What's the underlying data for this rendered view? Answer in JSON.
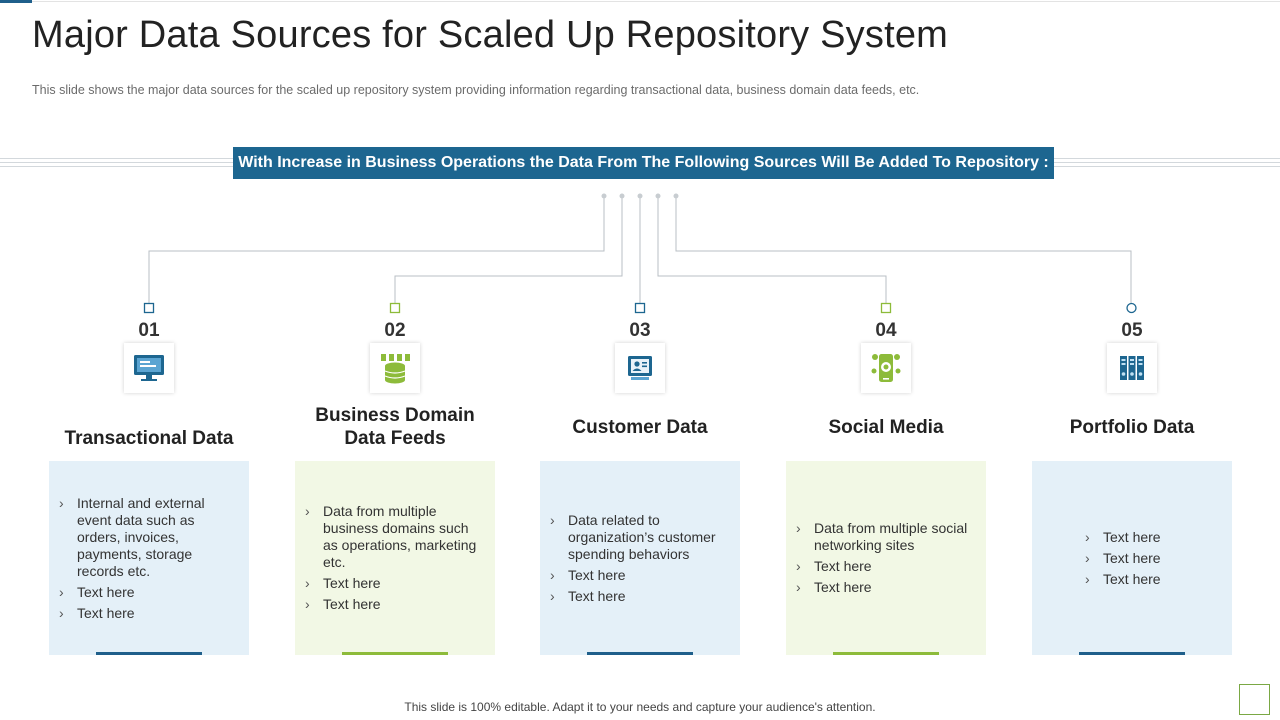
{
  "title": "Major Data Sources for Scaled Up Repository System",
  "subtitle": "This slide shows the major data sources for the scaled up repository system providing information  regarding transactional data, business domain data feeds, etc.",
  "banner": "With Increase in Business Operations the Data From The Following Sources Will Be Added To Repository :",
  "footer": "This slide is 100% editable. Adapt it to your needs and capture your audience's attention.",
  "colors": {
    "blue": "#1d6690",
    "green": "#8dbb3a",
    "blue_card": "#e4f0f8",
    "green_card": "#f2f8e5"
  },
  "sources": [
    {
      "number": "01",
      "title": "Transactional Data",
      "icon": "computer-monitor-icon",
      "theme": "blue",
      "items": [
        "Internal and external event data such as orders, invoices, payments, storage records etc.",
        "Text here",
        "Text here"
      ]
    },
    {
      "number": "02",
      "title": "Business Domain Data Feeds",
      "icon": "database-coins-icon",
      "theme": "green",
      "items": [
        "Data from multiple business domains such as operations, marketing etc.",
        "Text here",
        "Text here"
      ]
    },
    {
      "number": "03",
      "title": "Customer Data",
      "icon": "customer-profile-icon",
      "theme": "blue",
      "items": [
        "Data related to organization’s customer spending behaviors",
        "Text here",
        "Text here"
      ]
    },
    {
      "number": "04",
      "title": "Social Media",
      "icon": "social-mobile-icon",
      "theme": "green",
      "items": [
        "Data from multiple social networking sites",
        "Text here",
        "Text here"
      ]
    },
    {
      "number": "05",
      "title": "Portfolio Data",
      "icon": "file-cabinet-icon",
      "theme": "blue",
      "items": [
        "Text here",
        "Text here",
        "Text here"
      ]
    }
  ]
}
